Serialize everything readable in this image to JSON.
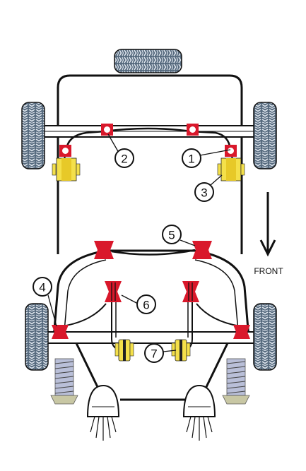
{
  "diagram": {
    "direction_label": "FRONT",
    "colors": {
      "red_bush": "#d9182b",
      "yellow_bush": "#f4e04a",
      "tyre": "#566a7e",
      "tread": "#dfe6ee",
      "outline": "#111111",
      "spring": "#b9bfd8"
    },
    "callouts": [
      {
        "id": "1",
        "label": "1"
      },
      {
        "id": "2",
        "label": "2"
      },
      {
        "id": "3",
        "label": "3"
      },
      {
        "id": "4",
        "label": "4"
      },
      {
        "id": "5",
        "label": "5"
      },
      {
        "id": "6",
        "label": "6"
      },
      {
        "id": "7",
        "label": "7"
      }
    ]
  }
}
